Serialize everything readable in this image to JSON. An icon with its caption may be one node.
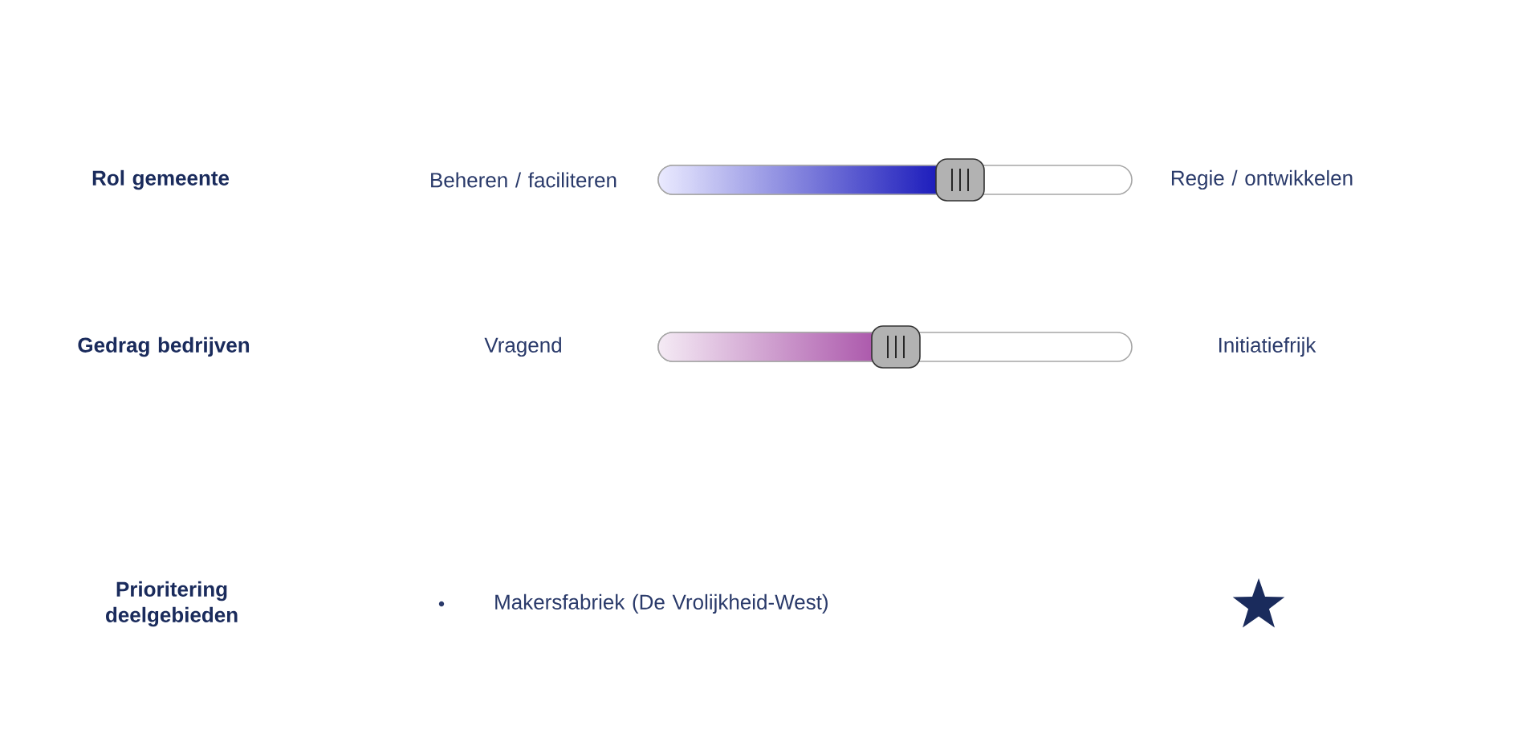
{
  "diagram": {
    "labels": [
      "Rol gemeente",
      "Beheren / faciliteren",
      "Regie / ontwikkelen",
      "Gedrag bedrijven",
      "Vragend",
      "Initiatiefrijk",
      "Prioritering deelgebieden",
      "Makersfabriek (De Vrolijkheid-West)"
    ]
  }
}
